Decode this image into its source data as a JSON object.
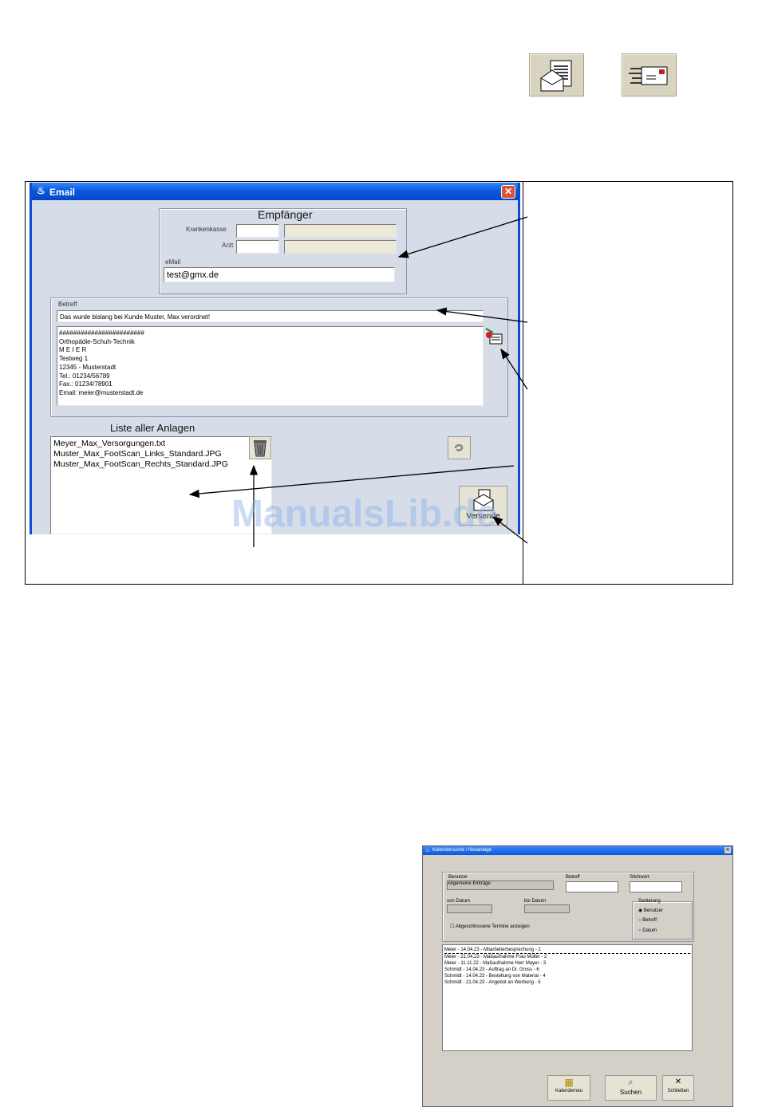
{
  "toolbar": {
    "email_doc_icon": "envelope-document-icon",
    "email_send_icon": "email-send-icon"
  },
  "email_dialog": {
    "title": "Email",
    "recipient_group": "Empfänger",
    "krankenkasse_label": "Krankenkasse",
    "arzt_label": "Arzt",
    "email_label": "eMail",
    "email_value": "test@gmx.de",
    "subject_label": "Betreff",
    "subject_value": "Das wurde bislang bei Kunde Muster, Max verordnet!",
    "body_lines": [
      "########################",
      "Orthopädie-Schuh-Technik",
      "M E I E R",
      "Testweg 1",
      "12345 - Musterstadt",
      "Tel.: 01234/56789",
      "Fax.: 01234/78901",
      "Email: meier@musterstadt.de"
    ],
    "attachments_title": "Liste aller Anlagen",
    "attachments": [
      "Meyer_Max_Versorgungen.txt",
      "Muster_Max_FootScan_Links_Standard.JPG",
      "Muster_Max_FootScan_Rechts_Standard.JPG"
    ],
    "send_label": "Versende"
  },
  "watermark": "ManualsLib.de",
  "calendar_dialog": {
    "title": "Kalendersuche / Neuanlage",
    "benutzer_label": "Benutzer",
    "benutzer_value": "Allgemeine Einträge",
    "betreff_label": "Betreff",
    "stichwort_label": "Stichwort",
    "von_label": "von Datum",
    "bis_label": "bis Datum",
    "sort_label": "Sortierung",
    "sort_options": [
      "Benutzer",
      "Betreff",
      "Datum"
    ],
    "selected_sort": "Benutzer",
    "checkbox_label": "Abgeschlossene Termine anzeigen",
    "list_items": [
      "Meier - 14.04.23 - Mitarbeiterbesprechung - 1",
      "Meier - 21.04.23 - Maßaufnahme Frau Müller - 2",
      "Meier - 11.11.22 - Maßaufnahme Herr Mayer - 3",
      "Schmidt - 14.04.23 - Auftrag an Dr. Gross - 6",
      "Schmidt - 14.04.23 - Bestellung von Material - 4",
      "Schmidt - 21.04.23 - Angebot an Werbung - 5"
    ],
    "btn_new": "Kalenderneu",
    "btn_search": "Suchen",
    "btn_close": "Schließen"
  }
}
